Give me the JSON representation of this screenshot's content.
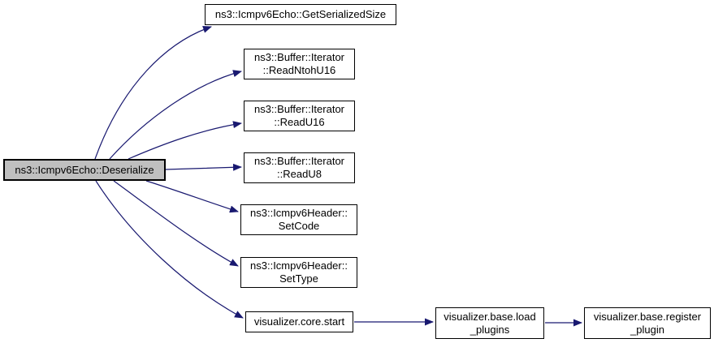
{
  "diagram_type": "call-graph",
  "colors": {
    "edge": "#191970",
    "node_border": "#000000",
    "node_fill": "#ffffff",
    "highlighted_node_fill": "#bfbfbf",
    "background": "#ffffff"
  },
  "nodes": {
    "deserialize": {
      "label": "ns3::Icmpv6Echo::Deserialize",
      "highlighted": true
    },
    "getserializedsize": {
      "label": "ns3::Icmpv6Echo::GetSerializedSize"
    },
    "readntohu16": {
      "label": "ns3::Buffer::Iterator\n::ReadNtohU16"
    },
    "readu16": {
      "label": "ns3::Buffer::Iterator\n::ReadU16"
    },
    "readu8": {
      "label": "ns3::Buffer::Iterator\n::ReadU8"
    },
    "setcode": {
      "label": "ns3::Icmpv6Header::\nSetCode"
    },
    "settype": {
      "label": "ns3::Icmpv6Header::\nSetType"
    },
    "corestart": {
      "label": "visualizer.core.start"
    },
    "loadplugins": {
      "label": "visualizer.base.load\n_plugins"
    },
    "registerplugin": {
      "label": "visualizer.base.register\n_plugin"
    }
  },
  "edges": [
    {
      "from": "ns3::Icmpv6Echo::Deserialize",
      "to": "ns3::Icmpv6Echo::GetSerializedSize"
    },
    {
      "from": "ns3::Icmpv6Echo::Deserialize",
      "to": "ns3::Buffer::Iterator::ReadNtohU16"
    },
    {
      "from": "ns3::Icmpv6Echo::Deserialize",
      "to": "ns3::Buffer::Iterator::ReadU16"
    },
    {
      "from": "ns3::Icmpv6Echo::Deserialize",
      "to": "ns3::Buffer::Iterator::ReadU8"
    },
    {
      "from": "ns3::Icmpv6Echo::Deserialize",
      "to": "ns3::Icmpv6Header::SetCode"
    },
    {
      "from": "ns3::Icmpv6Echo::Deserialize",
      "to": "ns3::Icmpv6Header::SetType"
    },
    {
      "from": "ns3::Icmpv6Echo::Deserialize",
      "to": "visualizer.core.start"
    },
    {
      "from": "visualizer.core.start",
      "to": "visualizer.base.load_plugins"
    },
    {
      "from": "visualizer.base.load_plugins",
      "to": "visualizer.base.register_plugin"
    }
  ]
}
